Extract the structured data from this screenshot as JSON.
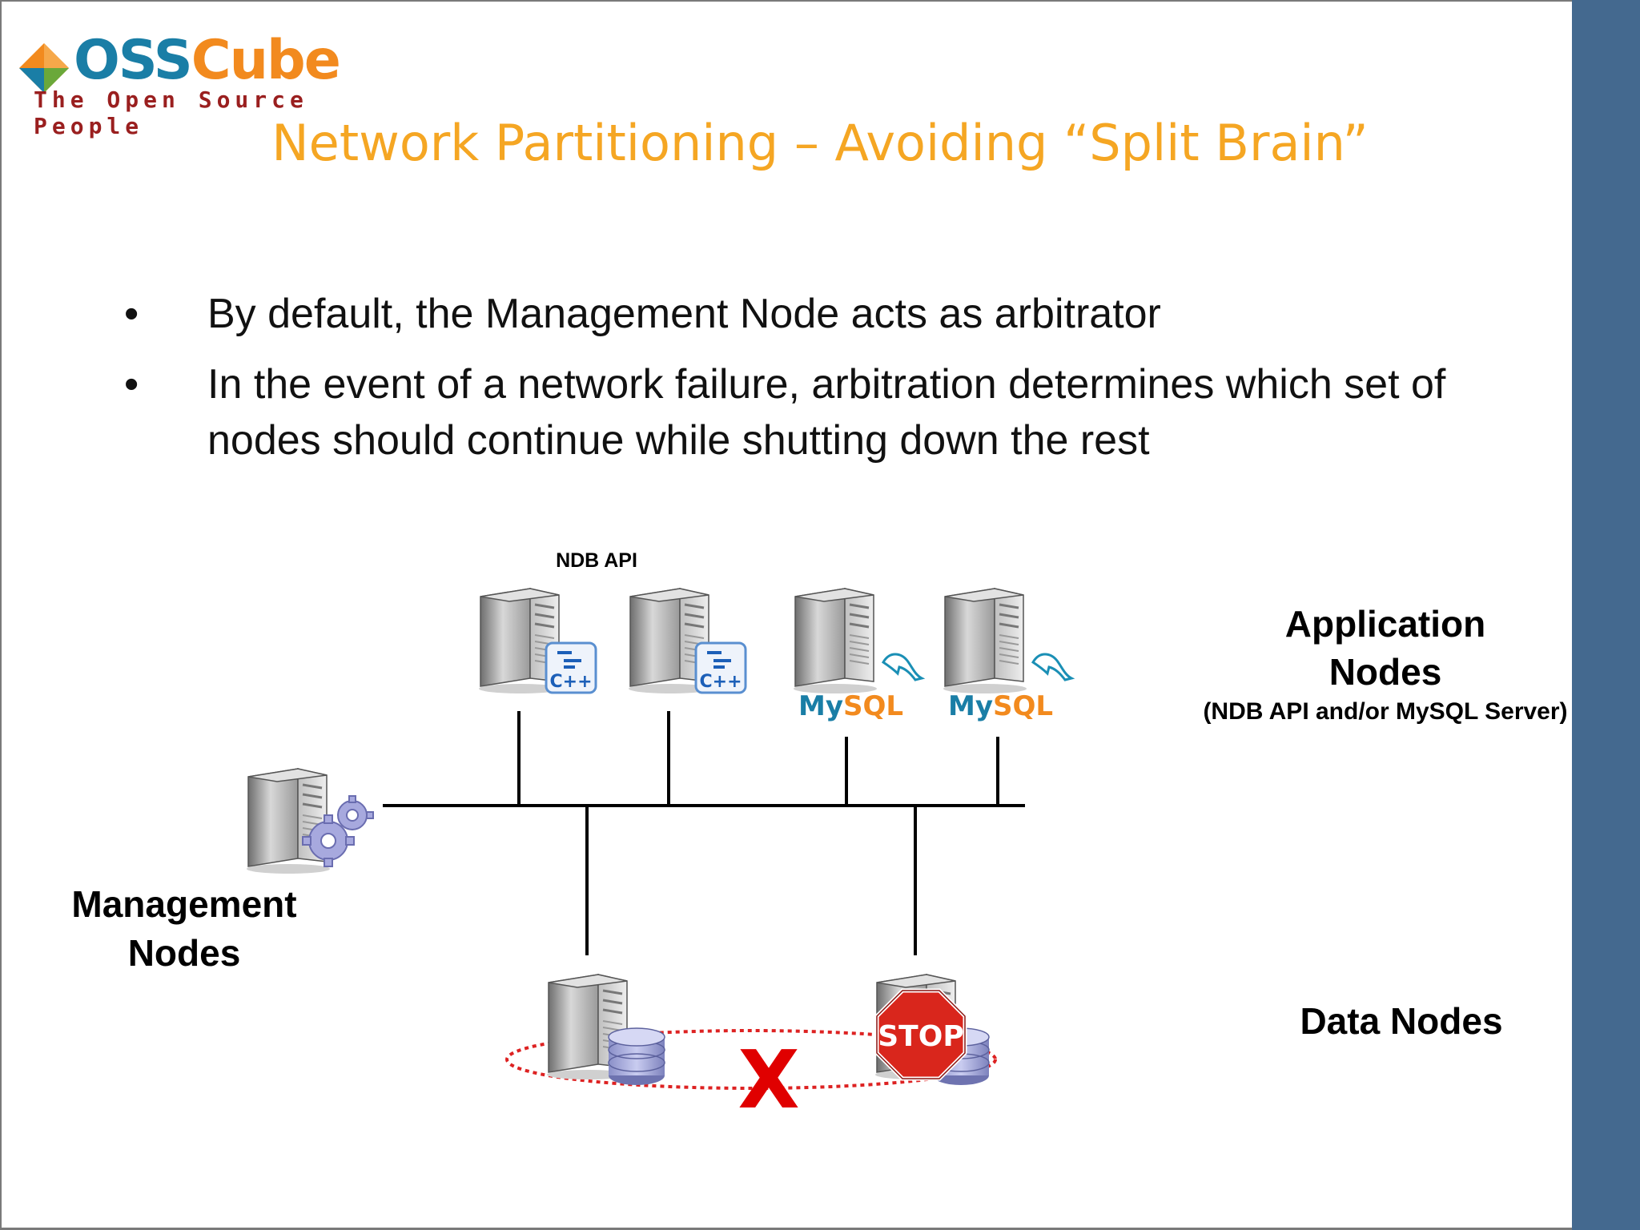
{
  "logo": {
    "word_part1": "OSS",
    "word_part2": "Cube",
    "tagline": "The Open Source People"
  },
  "slide": {
    "title": "Network Partitioning – Avoiding “Split Brain”",
    "bullets": [
      {
        "marker": "•",
        "text": "By default, the Management Node acts as arbitrator"
      },
      {
        "marker": "•",
        "text": "In the event of a network failure, arbitration determines which set of nodes should continue while shutting down the rest"
      }
    ]
  },
  "diagram": {
    "ndb_api_label": "NDB API",
    "application_nodes_line1": "Application",
    "application_nodes_line2": "Nodes",
    "application_nodes_sub": "(NDB API and/or MySQL Server)",
    "management_nodes_line1": "Management",
    "management_nodes_line2": "Nodes",
    "data_nodes_label": "Data Nodes",
    "cpp_badge_text": "C++",
    "mysql_logo_text": "MySQL",
    "stop_sign_text": "STOP",
    "failure_mark": "X"
  },
  "colors": {
    "title": "#f5a623",
    "side_band": "#44698f",
    "failure_mark": "#e00000",
    "ring": "#dd2222",
    "stop_sign": "#d9261c",
    "logo_blue": "#1a7ea6",
    "logo_orange": "#f28a1e",
    "logo_tagline": "#9a1f1f"
  },
  "icons": [
    "server-icon",
    "cpp-badge-icon",
    "mysql-dolphin-icon",
    "gears-icon",
    "database-icon",
    "stop-sign-icon"
  ]
}
